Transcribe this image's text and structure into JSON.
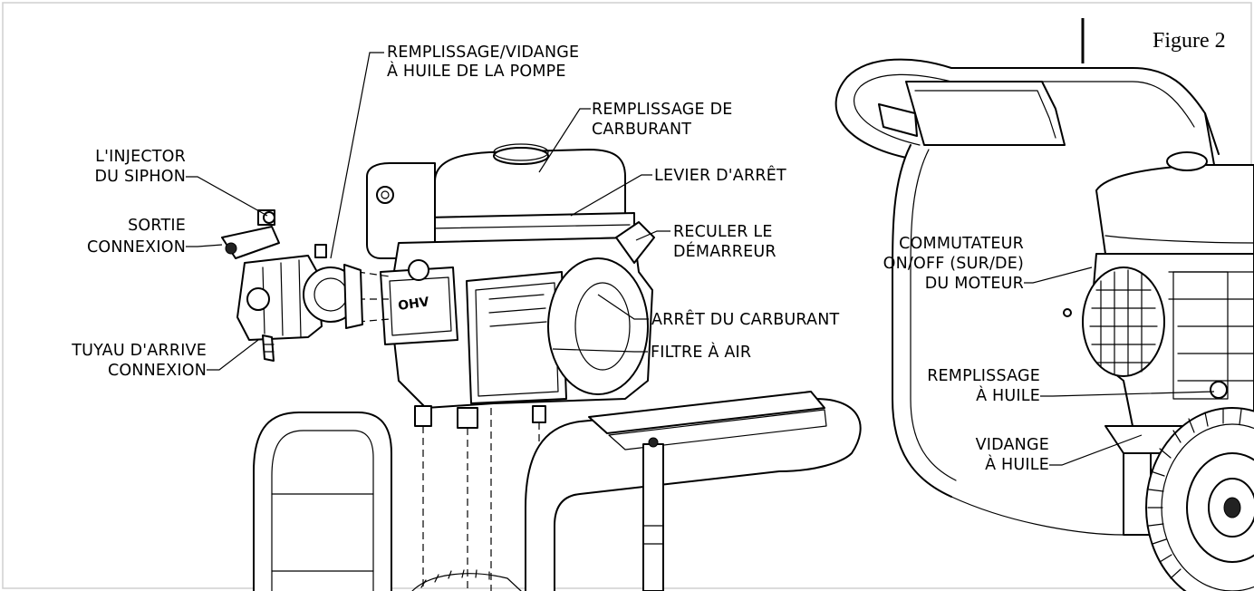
{
  "figure_label": "Figure 2",
  "labels": {
    "remplissage_vidange": [
      "REMPLISSAGE/VIDANGE",
      "À HUILE DE LA POMPE"
    ],
    "remplissage_carburant": [
      "REMPLISSAGE DE",
      "CARBURANT"
    ],
    "injector_siphon": [
      "L'INJECTOR",
      "DU SIPHON"
    ],
    "levier_arret": [
      "LEVIER D'ARRÊT"
    ],
    "sortie_connexion": [
      "SORTIE",
      "CONNEXION"
    ],
    "reculer_demarreur": [
      "RECULER LE",
      "DÉMARREUR"
    ],
    "commutateur": [
      "COMMUTATEUR",
      "ON/OFF (SUR/DE)",
      "DU MOTEUR"
    ],
    "arret_carburant": [
      "ARRÊT DU CARBURANT"
    ],
    "tuyau_arrive": [
      "TUYAU D'ARRIVE",
      "CONNEXION"
    ],
    "filtre_air": [
      "FILTRE À AIR"
    ],
    "remplissage_huile": [
      "REMPLISSAGE",
      "À HUILE"
    ],
    "vidange_huile": [
      "VIDANGE",
      "À HUILE"
    ]
  },
  "engine_badge": "OHV"
}
